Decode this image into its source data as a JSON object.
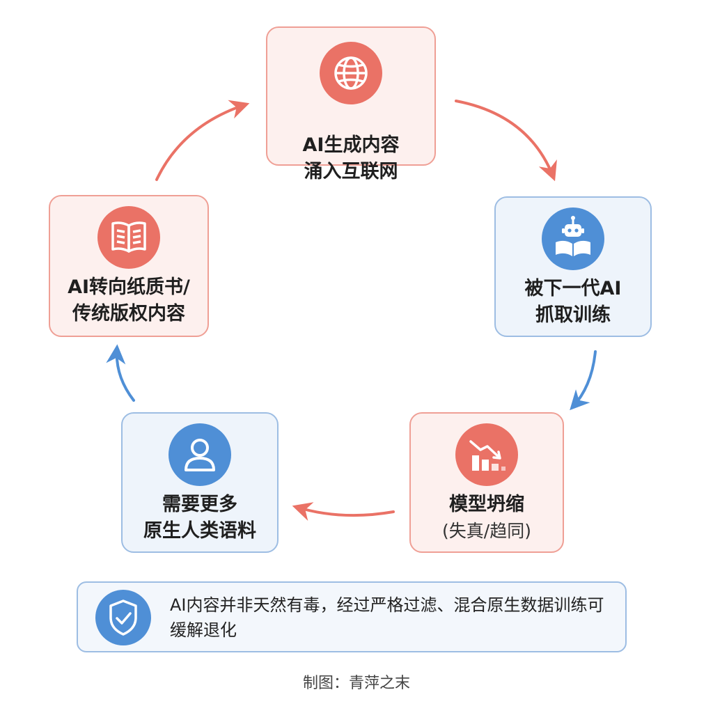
{
  "colors": {
    "red": "#ea7266",
    "blue": "#4f8fd6",
    "red_border": "#ef9f95",
    "blue_border": "#9dbde3"
  },
  "nodes": [
    {
      "icon": "globe-icon",
      "lines": [
        "AI生成内容",
        "涌入互联网"
      ]
    },
    {
      "icon": "robot-reading-icon",
      "lines": [
        "被下一代AI",
        "抓取训练"
      ]
    },
    {
      "icon": "declining-chart-icon",
      "lines": [
        "模型坍缩"
      ],
      "sub": "(失真/趋同)"
    },
    {
      "icon": "person-icon",
      "lines": [
        "需要更多",
        "原生人类语料"
      ]
    },
    {
      "icon": "open-book-icon",
      "lines": [
        "AI转向纸质书/",
        "传统版权内容"
      ]
    }
  ],
  "note": {
    "icon": "shield-check-icon",
    "text": "AI内容并非天然有毒，经过严格过滤、混合原生数据训练可缓解退化"
  },
  "credit": "制图：青萍之末"
}
